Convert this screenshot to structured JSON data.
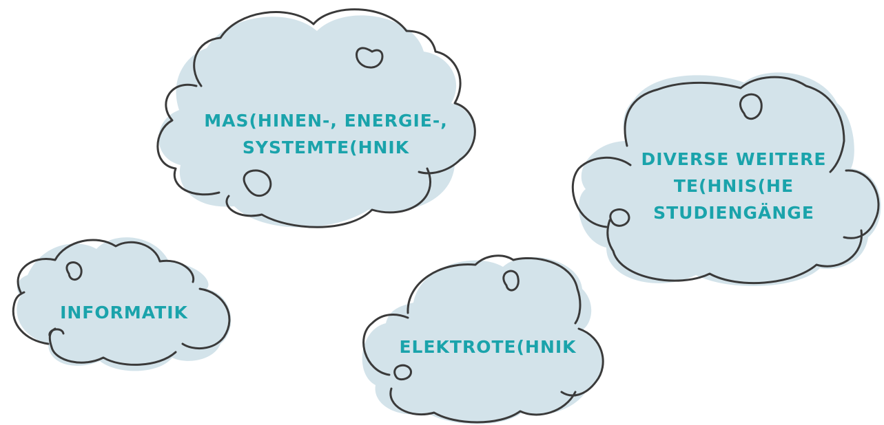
{
  "clouds": [
    {
      "id": "maschinen",
      "lines": [
        "MAS(HINEN-, ENERGIE-,",
        "SYSTEMTE(HNIK"
      ]
    },
    {
      "id": "diverse",
      "lines": [
        "DIVERSE WEITERE",
        "TE(HNIS(HE",
        "STUDIENGÄNGE"
      ]
    },
    {
      "id": "informatik",
      "lines": [
        "INFORMATIK"
      ]
    },
    {
      "id": "elektrotechnik",
      "lines": [
        "ELEKTROTE(HNIK"
      ]
    }
  ],
  "colors": {
    "fill": "#d3e3ea",
    "stroke": "#3a3a3a",
    "text": "#1aa3ab",
    "background": "#ffffff"
  }
}
